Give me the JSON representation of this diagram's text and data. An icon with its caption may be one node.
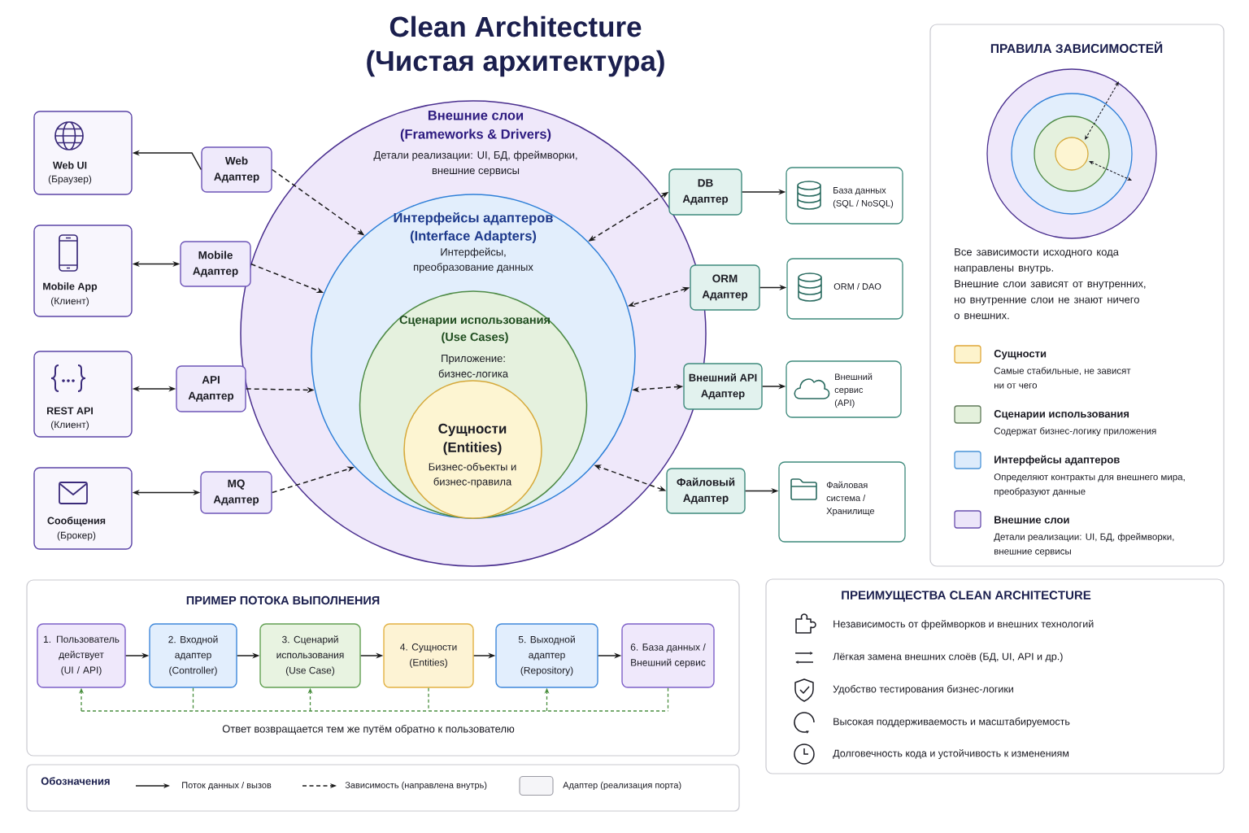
{
  "diagram": {
    "title": "Clean Architecture (Чистая архитектура)",
    "nodes": [
      {
        "text": [
          "Web UI",
          "(Браузер)"
        ]
      },
      {
        "text": [
          "Web Адаптер"
        ]
      },
      {
        "text": [
          "Mobile App",
          "(Клиент)"
        ]
      },
      {
        "text": [
          "Mobile Адаптер"
        ]
      },
      {
        "text": [
          "REST API",
          "(Клиент)"
        ]
      },
      {
        "text": [
          "API Адаптер"
        ]
      },
      {
        "text": [
          "Сообщения",
          "(Брокер)"
        ]
      },
      {
        "text": [
          "MQ Адаптер"
        ]
      },
      {
        "text": [
          "Внешние слои (Frameworks & Drivers)",
          "Детали реализации: UI, БД, фреймворки, внешние сервисы"
        ]
      },
      {
        "text": [
          "Интерфейсы адаптеров (Interface Adapters)",
          "Интерфейсы, преобразование данных"
        ],
        "in": 8
      },
      {
        "text": [
          "Сценарии использования (Use Cases)",
          "Приложение: бизнес-логика"
        ],
        "in": 9
      },
      {
        "text": [
          "Сущности (Entities)",
          "Бизнес-объекты и бизнес-правила"
        ],
        "in": 10
      },
      {
        "text": [
          "DB Адаптер"
        ]
      },
      {
        "text": [
          "База данных (SQL / NoSQL)"
        ]
      },
      {
        "text": [
          "ORM Адаптер"
        ]
      },
      {
        "text": [
          "ORM / DAO"
        ]
      },
      {
        "text": [
          "Внешний API Адаптер"
        ]
      },
      {
        "text": [
          "Внешний сервис (API)"
        ]
      },
      {
        "text": [
          "Файловый Адаптер"
        ]
      },
      {
        "text": [
          "Файловая система / Хранилище"
        ]
      },
      {
        "text": [
          "ПРАВИЛА ЗАВИСИМОСТЕЙ",
          "Все зависимости исходного кода направлены внутрь.",
          "Внешние слои зависят от внутренних, но внутренние слои не знают ничего о внешних."
        ]
      },
      {
        "text": [
          "ПРИМЕР ПОТОКА ВЫПОЛНЕНИЯ",
          "Ответ возвращается тем же путём обратно к пользователю"
        ]
      },
      {
        "text": [
          "1. Пользователь действует (UI / API)"
        ],
        "in": 21
      },
      {
        "text": [
          "2. Входной адаптер (Controller)"
        ],
        "in": 21
      },
      {
        "text": [
          "3. Сценарий использования (Use Case)"
        ],
        "in": 21
      },
      {
        "text": [
          "4. Сущности (Entities)"
        ],
        "in": 21
      },
      {
        "text": [
          "5. Выходной адаптер (Repository)"
        ],
        "in": 21
      },
      {
        "text": [
          "6. База данных / Внешний сервис"
        ],
        "in": 21
      },
      {
        "text": [
          "ПРЕИМУЩЕСТВА CLEAN ARCHITECTURE",
          "Независимость от фреймворков и внешних технологий",
          "Лёгкая замена внешних слоёв (БД, UI, API и др.)",
          "Удобство тестирования бизнес-логики",
          "Высокая поддерживаемость и масштабируемость",
          "Долговечность кода и устойчивость к изменениям"
        ]
      }
    ],
    "edges": [
      {
        "from": 1,
        "to": 0,
        "arrow": "to"
      },
      {
        "from": 1,
        "to": 9,
        "arrow": "to",
        "style": "dashed"
      },
      {
        "from": 2,
        "to": 3,
        "arrow": "both"
      },
      {
        "from": 3,
        "to": 9,
        "arrow": "to",
        "style": "dashed"
      },
      {
        "from": 4,
        "to": 5,
        "arrow": "both"
      },
      {
        "from": 5,
        "to": 9,
        "arrow": "to",
        "style": "dashed"
      },
      {
        "from": 6,
        "to": 7,
        "arrow": "both"
      },
      {
        "from": 7,
        "to": 9,
        "arrow": "to",
        "style": "dashed"
      },
      {
        "from": 12,
        "to": 9,
        "arrow": "both",
        "style": "dashed"
      },
      {
        "from": 12,
        "to": 13,
        "arrow": "to"
      },
      {
        "from": 14,
        "to": 9,
        "arrow": "both",
        "style": "dashed"
      },
      {
        "from": 14,
        "to": 15,
        "arrow": "to"
      },
      {
        "from": 16,
        "to": 9,
        "arrow": "both",
        "style": "dashed"
      },
      {
        "from": 16,
        "to": 17,
        "arrow": "to"
      },
      {
        "from": 18,
        "to": 9,
        "arrow": "both",
        "style": "dashed"
      },
      {
        "from": 18,
        "to": 19,
        "arrow": "to"
      },
      {
        "from": 22,
        "to": 23,
        "arrow": "to"
      },
      {
        "from": 23,
        "to": 24,
        "arrow": "to"
      },
      {
        "from": 24,
        "to": 25,
        "arrow": "to"
      },
      {
        "from": 25,
        "to": 26,
        "arrow": "to"
      },
      {
        "from": 26,
        "to": 27,
        "arrow": "to"
      },
      {
        "from": 23,
        "to": 22,
        "arrow": "to",
        "style": "dashed",
        "color": "#4a8f3f"
      },
      {
        "from": 23,
        "to": 24,
        "arrow": "to",
        "style": "dashed",
        "color": "#4a8f3f"
      },
      {
        "from": 23,
        "to": 26,
        "arrow": "to",
        "style": "dashed",
        "color": "#4a8f3f"
      },
      {
        "from": 25,
        "to": 22,
        "arrow": "to",
        "style": "dashed",
        "color": "#4a8f3f"
      },
      {
        "from": 25,
        "to": 24,
        "arrow": "to",
        "style": "dashed",
        "color": "#4a8f3f"
      },
      {
        "from": 25,
        "to": 26,
        "arrow": "to",
        "style": "dashed",
        "color": "#4a8f3f"
      },
      {
        "from": 27,
        "to": 22,
        "arrow": "to",
        "style": "dashed",
        "color": "#4a8f3f"
      },
      {
        "from": 27,
        "to": 24,
        "arrow": "to",
        "style": "dashed",
        "color": "#4a8f3f"
      },
      {
        "from": 27,
        "to": 26,
        "arrow": "to",
        "style": "dashed",
        "color": "#4a8f3f"
      }
    ],
    "labels": [
      "Самые стабильные, не зависят ни от чего",
      "Содержат бизнес-логику приложения",
      "Определяют контракты для внешнего мира, преобразуют данные",
      "Детали реализации: UI, БД, фреймворки, внешние сервисы",
      "Обозначения"
    ],
    "legend": [
      {
        "text": "Сущности",
        "color": "#fdf3cc"
      },
      {
        "text": "Сценарии использования",
        "color": "#e4f1dc"
      },
      {
        "text": "Интерфейсы адаптеров",
        "color": "#ddebfb"
      },
      {
        "text": "Внешние слои",
        "color": "#ece5f9"
      },
      {
        "text": "Поток данных / вызов"
      },
      {
        "text": "Зависимость (направлена внутрь)"
      },
      {
        "text": "Адаптер (реализация порта)"
      }
    ]
  }
}
